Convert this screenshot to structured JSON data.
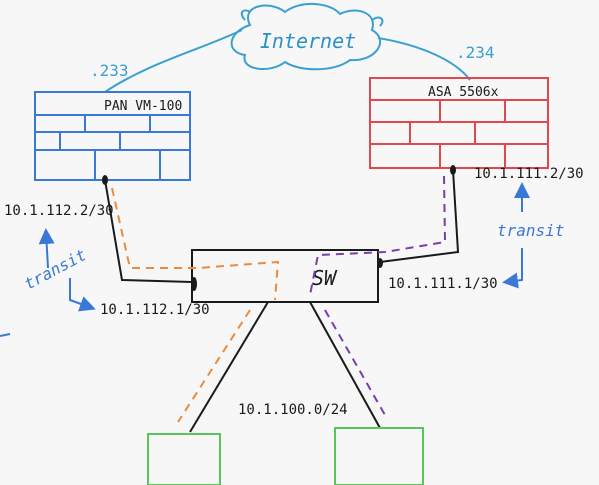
{
  "colors": {
    "paper": "#f7f7f8",
    "ink": "#1a1a1a",
    "blue": "#3a78d6",
    "cyan": "#3aa0d0",
    "red": "#e0484e",
    "green": "#5cc45c",
    "orange": "#ef8a3a",
    "purple": "#7a3db0"
  },
  "internet": {
    "label": "Internet"
  },
  "pan": {
    "title": "PAN VM-100",
    "public_ip": ".233",
    "inside_ip": "10.1.112.2/30"
  },
  "asa": {
    "title": "ASA 5506x",
    "public_ip": ".234",
    "inside_ip": "10.1.111.2/30"
  },
  "switch": {
    "label": "SW",
    "left_ip": "10.1.112.1/30",
    "right_ip": "10.1.111.1/30"
  },
  "lan": {
    "subnet": "10.1.100.0/24"
  },
  "transit_left": "transit",
  "transit_right": "transit"
}
